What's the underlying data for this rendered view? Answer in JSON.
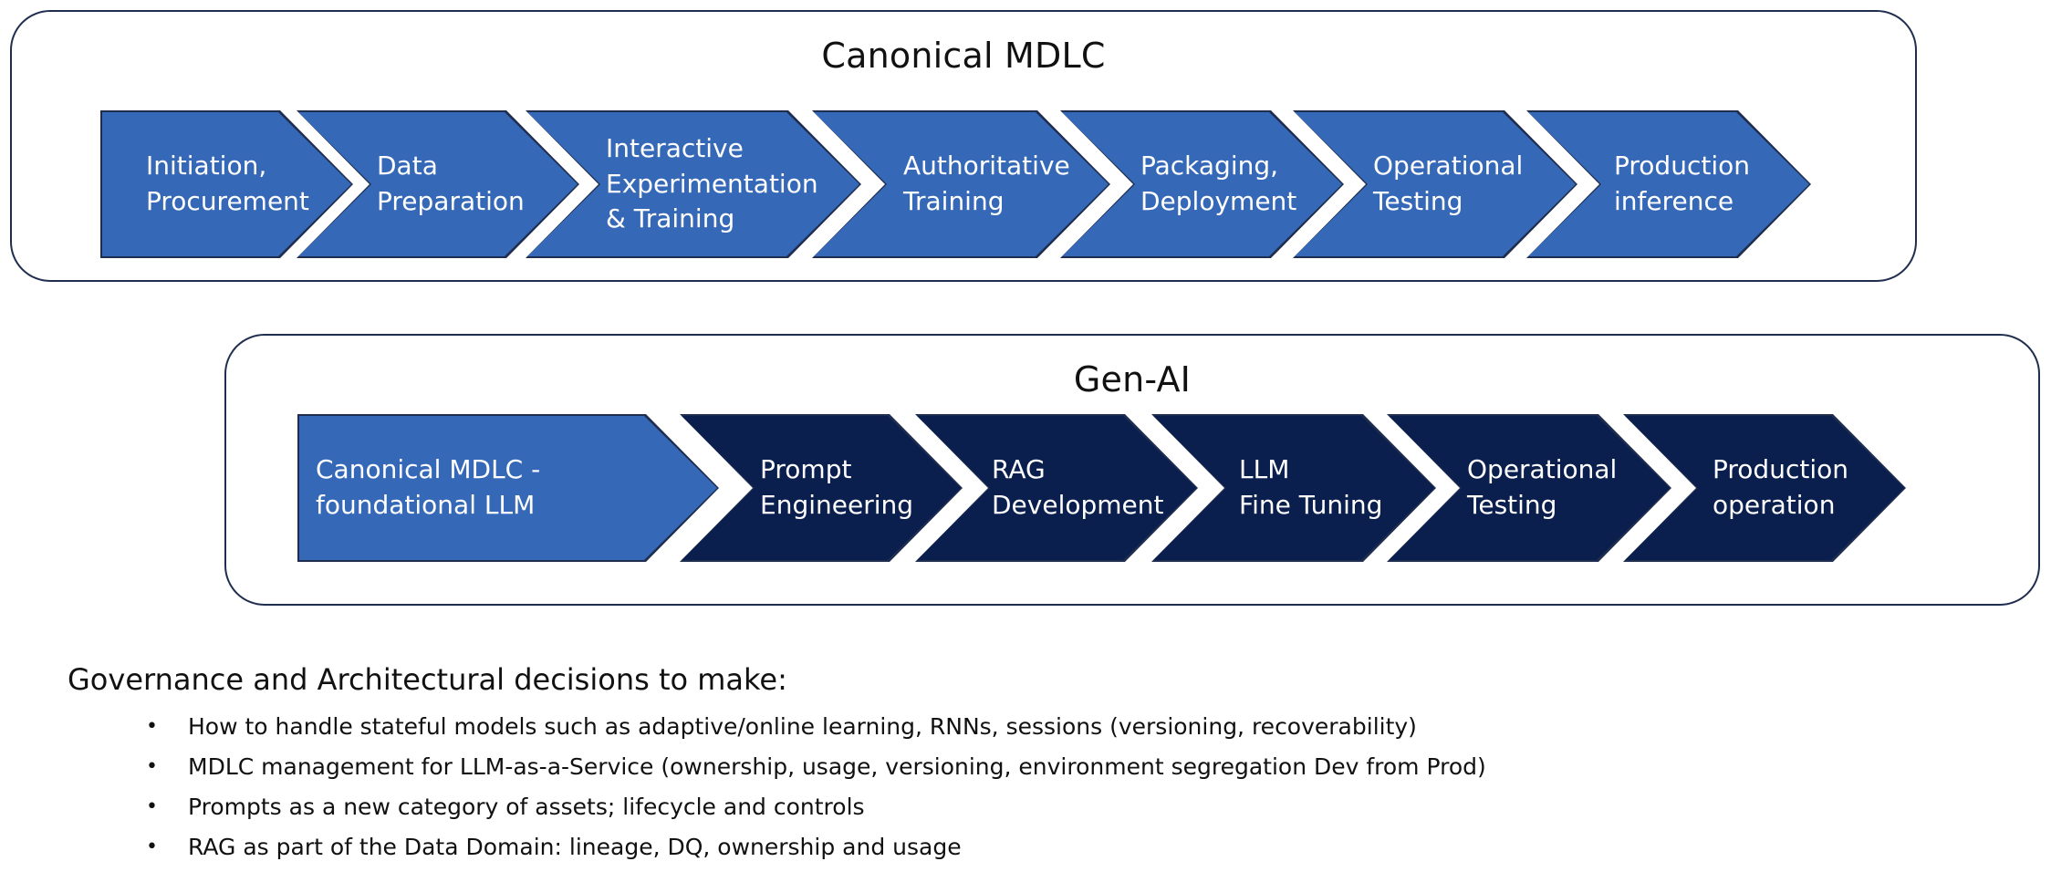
{
  "canonical_mdlc": {
    "title": "Canonical MDLC",
    "stages": [
      {
        "label": "Initiation,\nProcurement"
      },
      {
        "label": "Data\nPreparation"
      },
      {
        "label": "Interactive\nExperimentation\n& Training"
      },
      {
        "label": "Authoritative\nTraining"
      },
      {
        "label": "Packaging,\nDeployment"
      },
      {
        "label": "Operational\nTesting"
      },
      {
        "label": "Production\ninference"
      }
    ]
  },
  "gen_ai": {
    "title": "Gen-AI",
    "stages": [
      {
        "label": "Canonical MDLC -\nfoundational LLM"
      },
      {
        "label": "Prompt\nEngineering"
      },
      {
        "label": "RAG\nDevelopment"
      },
      {
        "label": "LLM\nFine Tuning"
      },
      {
        "label": "Operational\nTesting"
      },
      {
        "label": "Production\noperation"
      }
    ]
  },
  "colors": {
    "light_stage": "#3569b8",
    "dark_stage": "#0b1f4f",
    "outline": "#1f2d4e"
  },
  "decisions": {
    "title": "Governance and Architectural decisions to make:",
    "items": [
      "How to handle stateful models such as adaptive/online learning, RNNs, sessions (versioning, recoverability)",
      "MDLC management for LLM-as-a-Service (ownership, usage, versioning, environment segregation Dev from Prod)",
      "Prompts as a new category of assets; lifecycle and controls",
      "RAG as part of the Data Domain: lineage, DQ, ownership and usage"
    ]
  }
}
